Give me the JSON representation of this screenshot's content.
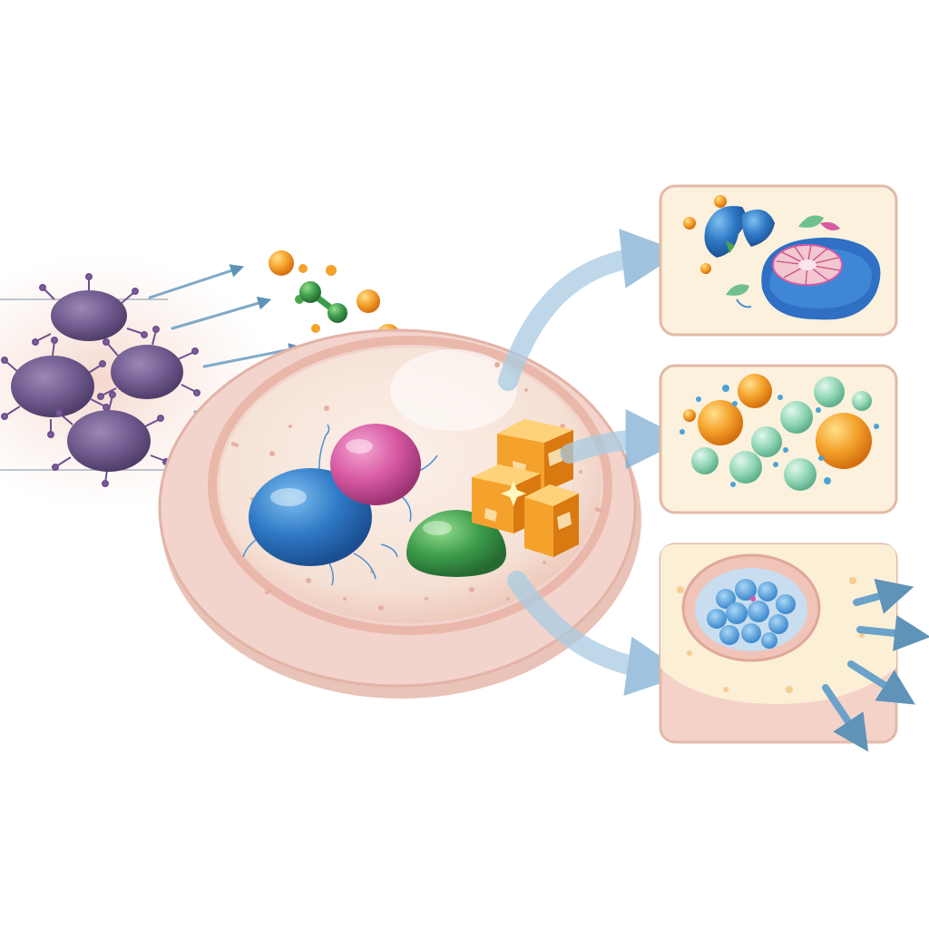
{
  "figure": {
    "printed_text": [],
    "colors": {
      "background": "#ffffff",
      "pathogen": "#6e5a8c",
      "pathogen_dark": "#4f3d6b",
      "cell_membrane": "#f2d4cd",
      "cytoplasm": "#f7e6da",
      "arrow": "#8db8d4",
      "arrow_dark": "#5f93b8",
      "blue_organelle": "#2f79c6",
      "pink_organelle": "#d85aa3",
      "green_organelle": "#3d9e4c",
      "orange_cube": "#f09a24",
      "orange_particle": "#f4a22c",
      "green_particle": "#4aa54e",
      "panel_fill": "#fbf1dc",
      "panel_border": "#e2b9a7",
      "teal_bead": "#8fd6b5"
    },
    "regions": [
      "pathogen-cluster",
      "released-molecules",
      "host-cell",
      "outcome-panel-1",
      "outcome-panel-2",
      "outcome-panel-3"
    ]
  }
}
